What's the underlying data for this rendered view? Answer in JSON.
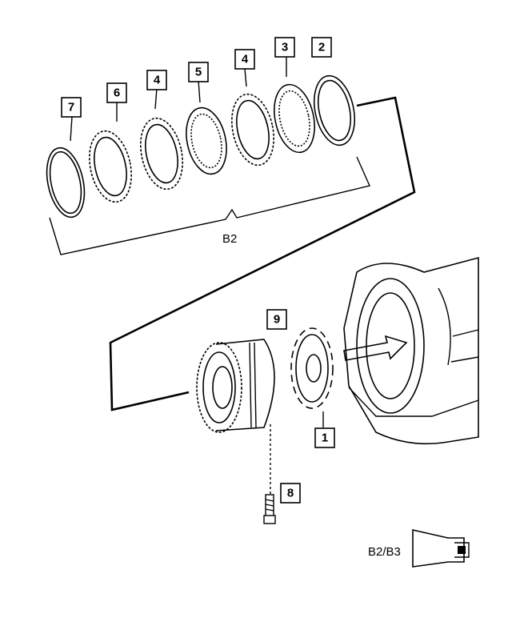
{
  "diagram": {
    "group_label": "B2",
    "locator_label": "B2/B3",
    "callouts": [
      {
        "id": "c7",
        "text": "7"
      },
      {
        "id": "c6",
        "text": "6"
      },
      {
        "id": "c4a",
        "text": "4"
      },
      {
        "id": "c5",
        "text": "5"
      },
      {
        "id": "c4b",
        "text": "4"
      },
      {
        "id": "c3",
        "text": "3"
      },
      {
        "id": "c2",
        "text": "2"
      },
      {
        "id": "c9",
        "text": "9"
      },
      {
        "id": "c1",
        "text": "1"
      },
      {
        "id": "c8",
        "text": "8"
      }
    ]
  }
}
